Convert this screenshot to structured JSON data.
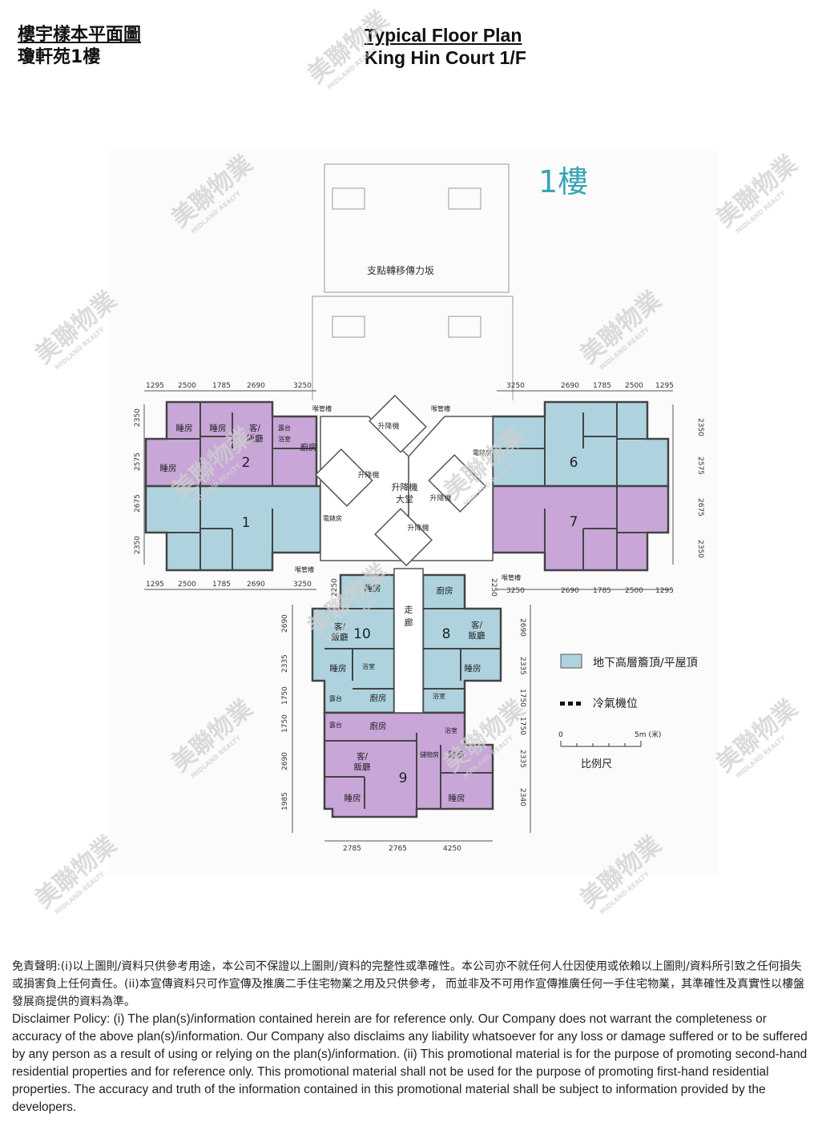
{
  "header": {
    "title_cn": "樓宇樣本平面圖",
    "subtitle_cn": "瓊軒苑1樓",
    "title_en": "Typical Floor Plan",
    "subtitle_en": "King Hin Court 1/F"
  },
  "plan": {
    "floor_label": "1樓",
    "transfer_slab": "支點轉移傳力坂",
    "lobby_line1": "升降機",
    "lobby_line2": "大堂",
    "corridor_line1": "走",
    "corridor_line2": "廊",
    "lift": "升降機",
    "unit_numbers": [
      "1",
      "2",
      "6",
      "7",
      "8",
      "9",
      "10"
    ],
    "rooms": {
      "bedroom": "睡房",
      "living": "客/",
      "dining": "飯廳",
      "kitchen": "廚房",
      "bathroom": "浴室",
      "balcony": "露台",
      "electric_room": "電錶房",
      "pipe_duct": "喉管槽",
      "storage": "儲物房"
    },
    "dimensions": {
      "top_left": [
        "1295",
        "2500",
        "1785",
        "2690",
        "3250"
      ],
      "top_right": [
        "3250",
        "2690",
        "1785",
        "2500",
        "1295"
      ],
      "left_vertical": [
        "2350",
        "2575",
        "2675",
        "2350"
      ],
      "right_vertical": [
        "2350",
        "2575",
        "2675",
        "2350"
      ],
      "lower_left_vertical": [
        "2690",
        "2335",
        "1750",
        "1750",
        "2690",
        "1985"
      ],
      "lower_right_vertical": [
        "2690",
        "2335",
        "1750",
        "1750",
        "2335",
        "2340"
      ],
      "bottom": [
        "2785",
        "2765",
        "4250"
      ],
      "misc": "2250"
    },
    "colors": {
      "purple": "#c8a6d8",
      "blue": "#aed3df",
      "wall": "#444444",
      "watermark": "#c9c9c9"
    }
  },
  "legend": {
    "roof": "地下高層簷頂/平屋頂",
    "ac": "冷氣機位",
    "scale_zero": "0",
    "scale_max": "5m (米)",
    "scale_label": "比例尺"
  },
  "watermark": {
    "brand_cn": "美聯物業",
    "brand_en": "MIDLAND REALTY"
  },
  "disclaimer": {
    "cn": "免責聲明:(i)以上圖則/資料只供參考用途，本公司不保證以上圖則/資料的完整性或準確性。本公司亦不就任何人仕因使用或依賴以上圖則/資料所引致之任何損失或損害負上任何責任。(ii)本宣傳資料只可作宣傳及推廣二手住宅物業之用及只供參考， 而並非及不可用作宣傳推廣任何一手住宅物業，其準確性及真實性以樓盤發展商提供的資料為準。",
    "en": "Disclaimer Policy: (i) The plan(s)/information contained herein are for reference only. Our Company does not warrant the completeness or accuracy of the above plan(s)/information. Our Company also disclaims any liability whatsoever for any loss or damage suffered or to be suffered by any person as a result of using or relying on the plan(s)/information. (ii) This promotional material is for the purpose of promoting second-hand residential properties and for reference only. This promotional material shall not be used for the purpose of promoting first-hand residential properties. The accuracy and truth of the information contained in this promotional material shall be subject to information provided by the developers."
  }
}
